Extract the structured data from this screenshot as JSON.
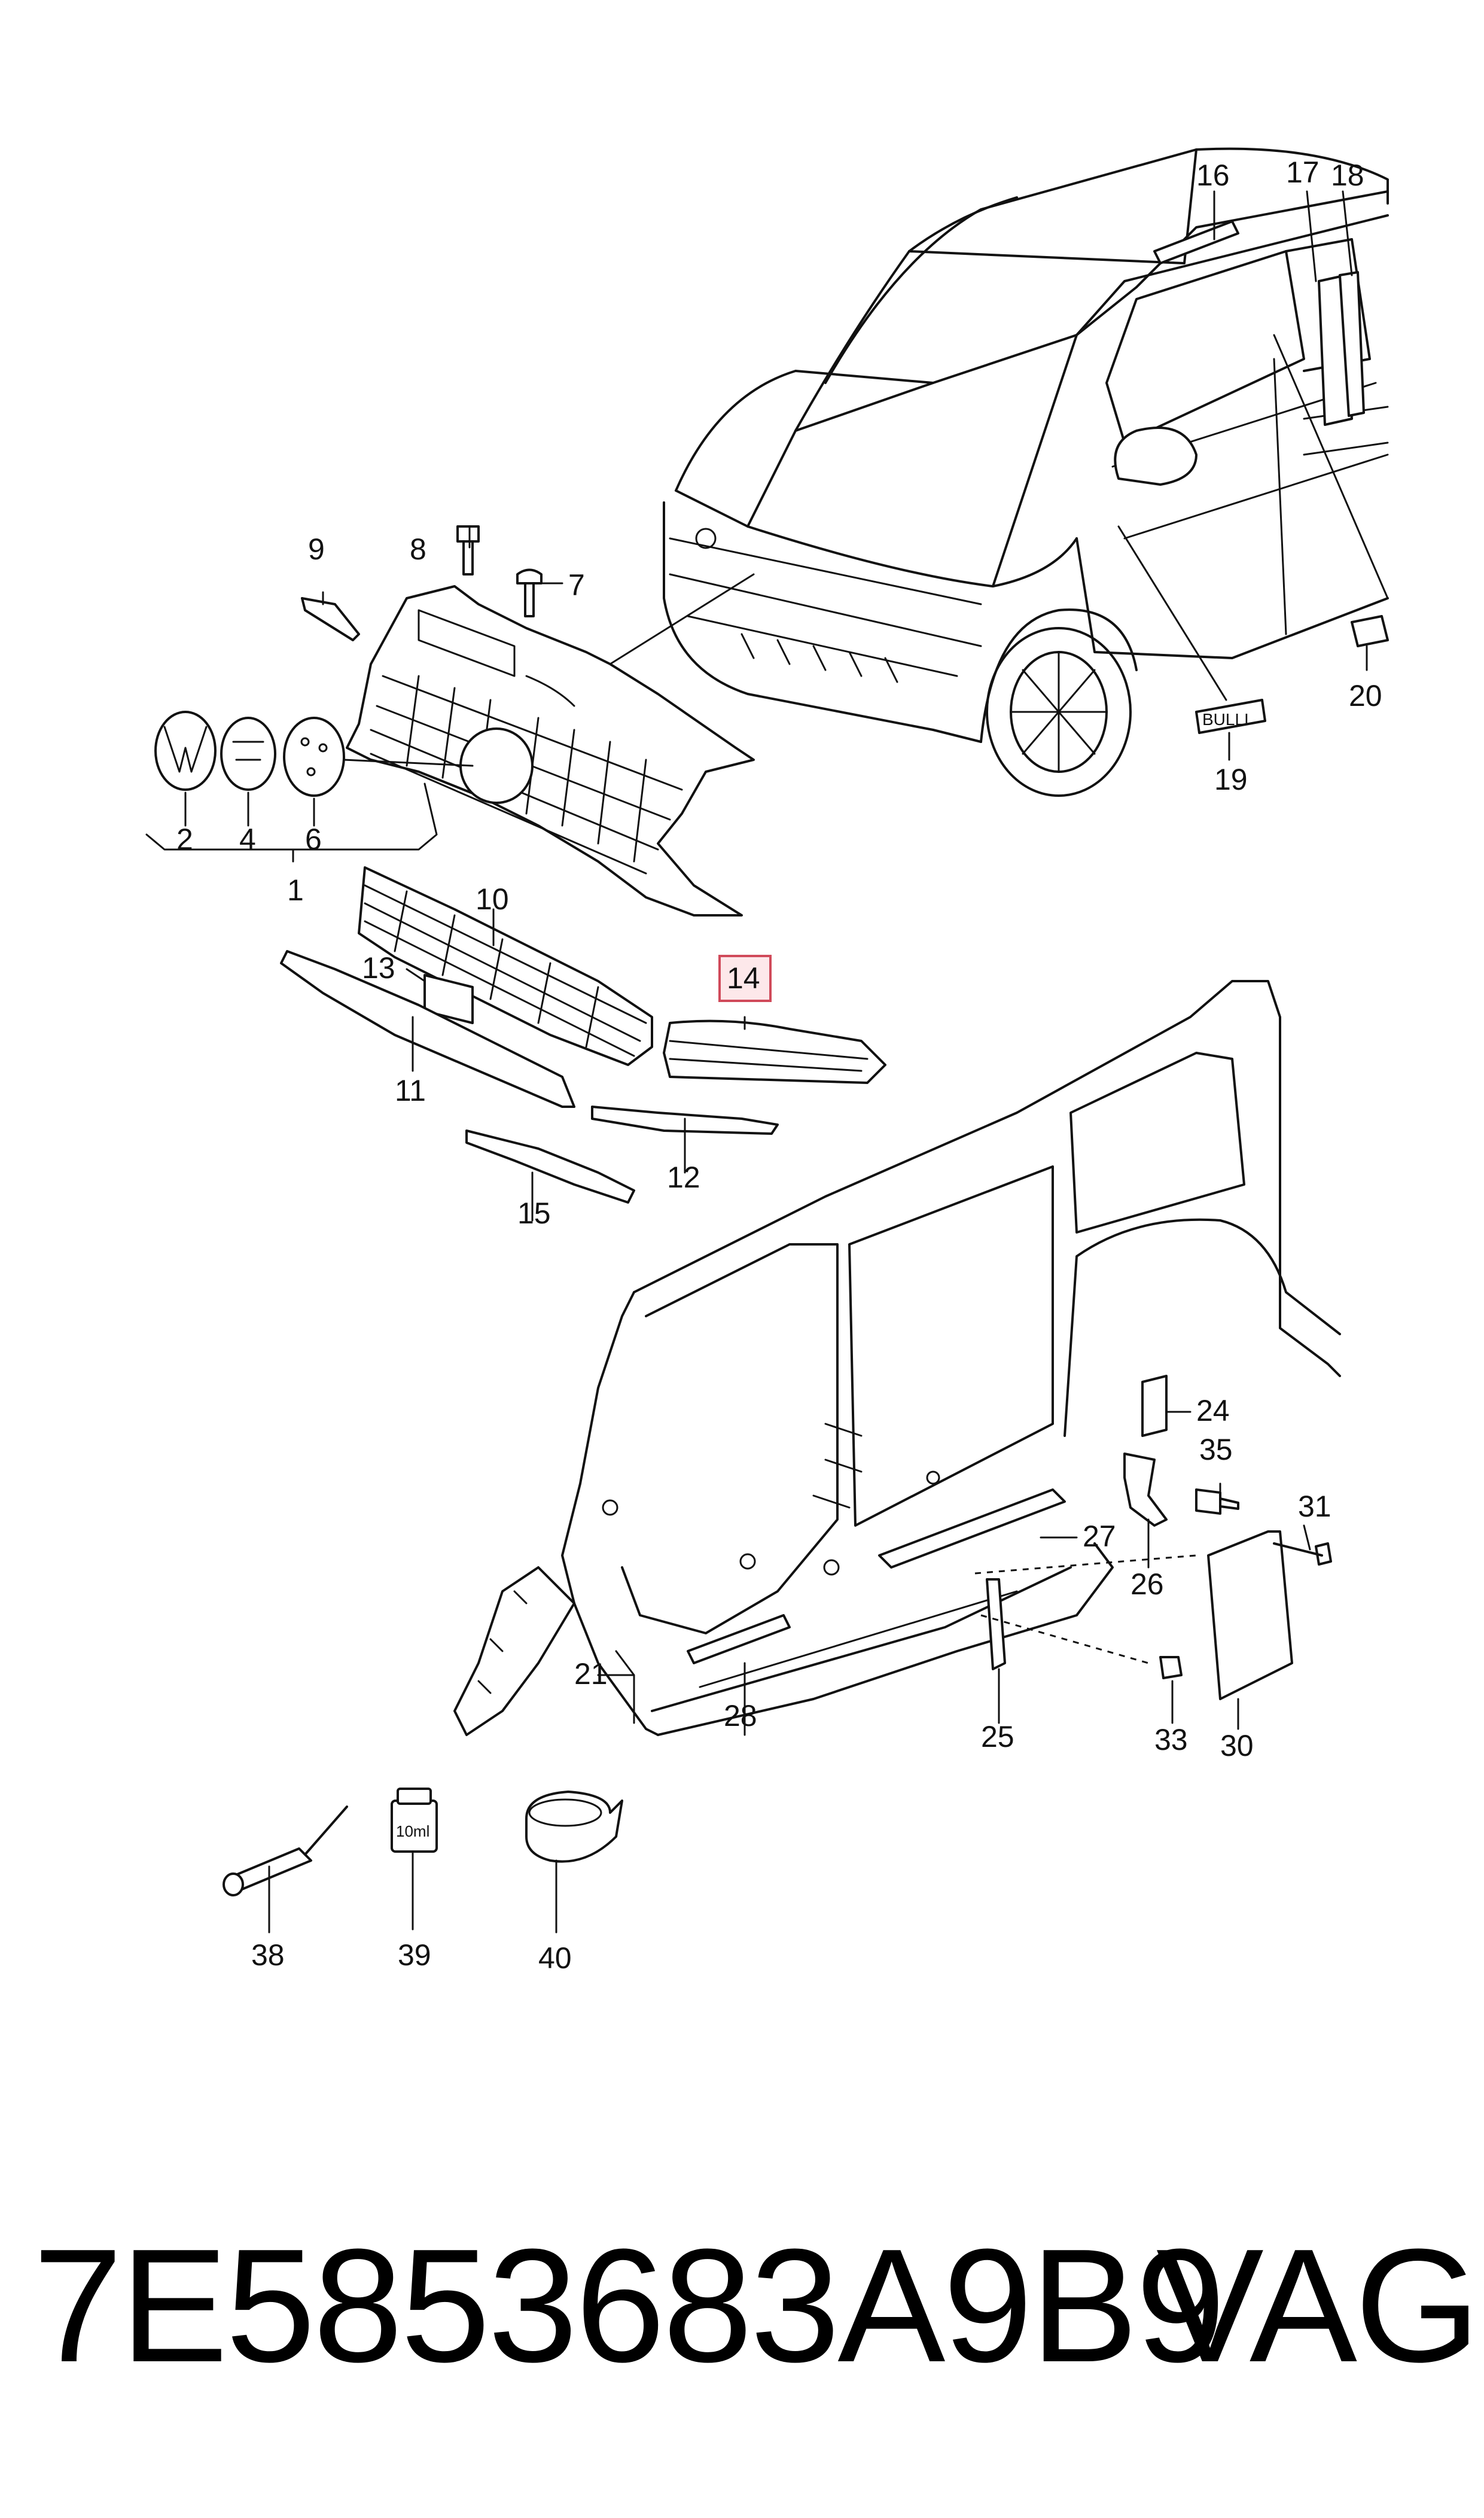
{
  "callouts": {
    "c1": "1",
    "c2": "2",
    "c4": "4",
    "c6": "6",
    "c7": "7",
    "c8": "8",
    "c9": "9",
    "c10": "10",
    "c11": "11",
    "c12": "12",
    "c13": "13",
    "c14": "14",
    "c15": "15",
    "c16": "16",
    "c17": "17",
    "c18": "18",
    "c19": "19",
    "c20": "20",
    "c21": "21",
    "c24": "24",
    "c25": "25",
    "c26": "26",
    "c27": "27",
    "c28": "28",
    "c30": "30",
    "c31": "31",
    "c33": "33",
    "c35": "35",
    "c38": "38",
    "c39": "39",
    "c40": "40"
  },
  "highlighted_callout": "14",
  "bottle_label": "10ml",
  "badge_text": "BULLI",
  "part_number": "7E5853683A9B9",
  "brand": "VAG",
  "colors": {
    "line": "#111111",
    "highlight_fill": "#fde8ea",
    "highlight_border": "#d04a5a"
  }
}
